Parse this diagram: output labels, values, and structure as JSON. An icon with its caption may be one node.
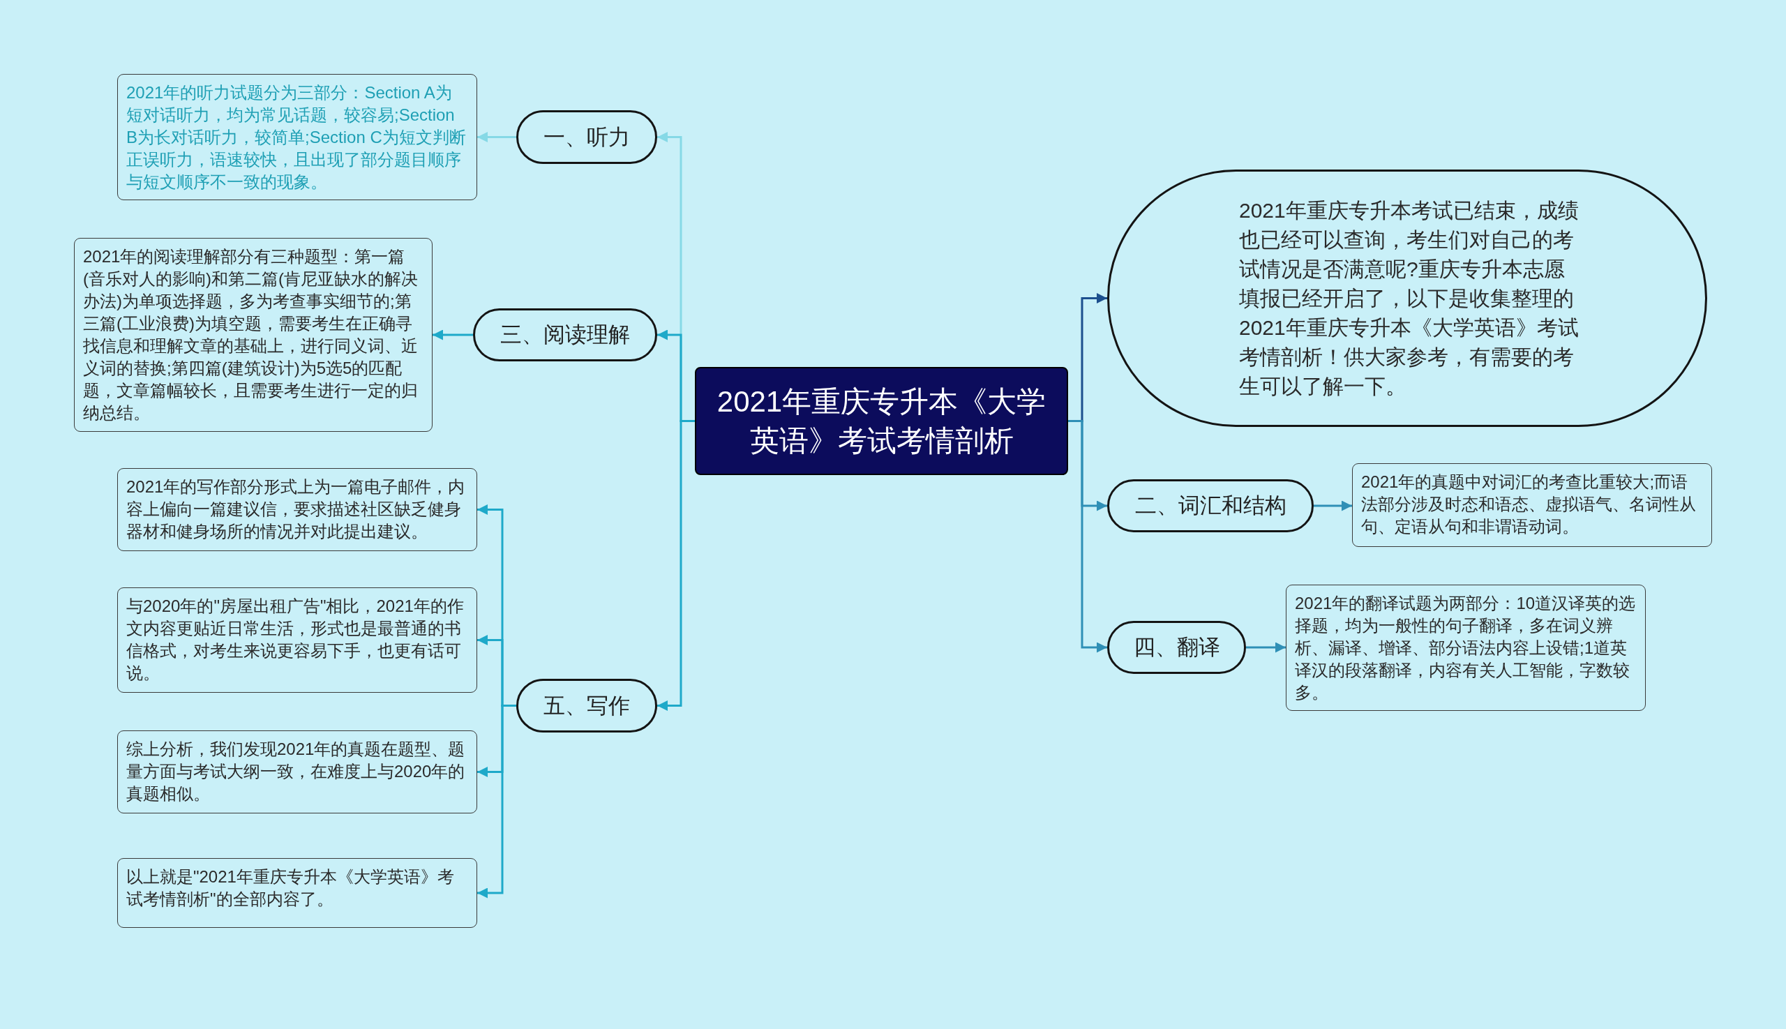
{
  "diagram": {
    "nodes": [
      {
        "text": [
          "2021年重庆专升本《大学英语》考试考情剖析"
        ]
      },
      {
        "text": [
          "一、听力"
        ]
      },
      {
        "text": [
          "2021年的听力试题分为三部分：Section A为短对话听力，均为常见话题，较容易;Section B为长对话听力，较简单;Section C为短文判断正误听力，语速较快，且出现了部分题目顺序与短文顺序不一致的现象。"
        ]
      },
      {
        "text": [
          "三、阅读理解"
        ]
      },
      {
        "text": [
          "2021年的阅读理解部分有三种题型：第一篇(音乐对人的影响)和第二篇(肯尼亚缺水的解决办法)为单项选择题，多为考查事实细节的;第三篇(工业浪费)为填空题，需要考生在正确寻找信息和理解文章的基础上，进行同义词、近义词的替换;第四篇(建筑设计)为5选5的匹配题，文章篇幅较长，且需要考生进行一定的归纳总结。"
        ]
      },
      {
        "text": [
          "五、写作"
        ]
      },
      {
        "text": [
          "2021年的写作部分形式上为一篇电子邮件，内容上偏向一篇建议信，要求描述社区缺乏健身器材和健身场所的情况并对此提出建议。"
        ]
      },
      {
        "text": [
          "与2020年的\"房屋出租广告\"相比，2021年的作文内容更贴近日常生活，形式也是最普通的书信格式，对考生来说更容易下手，也更有话可说。"
        ]
      },
      {
        "text": [
          "综上分析，我们发现2021年的真题在题型、题量方面与考试大纲一致，在难度上与2020年的真题相似。"
        ]
      },
      {
        "text": [
          "以上就是\"2021年重庆专升本《大学英语》考试考情剖析\"的全部内容了。"
        ]
      },
      {
        "text": [
          "2021年重庆专升本考试已结束，成绩也已经可以查询，考生们对自己的考试情况是否满意呢?重庆专升本志愿填报已经开启了，以下是收集整理的2021年重庆专升本《大学英语》考试考情剖析！供大家参考，有需要的考生可以了解一下。"
        ]
      },
      {
        "text": [
          "二、词汇和结构"
        ]
      },
      {
        "text": [
          "2021年的真题中对词汇的考查比重较大;而语法部分涉及时态和语态、虚拟语气、名词性从句、定语从句和非谓语动词。"
        ]
      },
      {
        "text": [
          "四、翻译"
        ]
      },
      {
        "text": [
          "2021年的翻译试题为两部分：10道汉译英的选择题，均为一般性的句子翻译，多在词义辨析、漏译、增译、部分语法内容上设错;1道英译汉的段落翻译，内容有关人工智能，字数较多。"
        ]
      }
    ],
    "edges": [
      {
        "from": 0,
        "to": 1,
        "arrow": "to",
        "color": "#86d9e6"
      },
      {
        "from": 1,
        "to": 2,
        "arrow": "to",
        "color": "#86d9e6"
      },
      {
        "from": 0,
        "to": 3,
        "arrow": "to"
      },
      {
        "from": 3,
        "to": 4,
        "arrow": "to"
      },
      {
        "from": 0,
        "to": 5,
        "arrow": "to"
      },
      {
        "from": 5,
        "to": 6,
        "arrow": "to"
      },
      {
        "from": 5,
        "to": 7,
        "arrow": "to"
      },
      {
        "from": 5,
        "to": 8,
        "arrow": "to"
      },
      {
        "from": 5,
        "to": 9,
        "arrow": "to"
      },
      {
        "from": 0,
        "to": 10,
        "arrow": "to",
        "color": "#1c4f8e"
      },
      {
        "from": 0,
        "to": 11,
        "arrow": "to",
        "color": "#2f8fb6"
      },
      {
        "from": 11,
        "to": 12,
        "arrow": "to",
        "color": "#2f8fb6"
      },
      {
        "from": 0,
        "to": 13,
        "arrow": "to",
        "color": "#2f8fb6"
      },
      {
        "from": 13,
        "to": 14,
        "arrow": "to",
        "color": "#2f8fb6"
      }
    ]
  }
}
